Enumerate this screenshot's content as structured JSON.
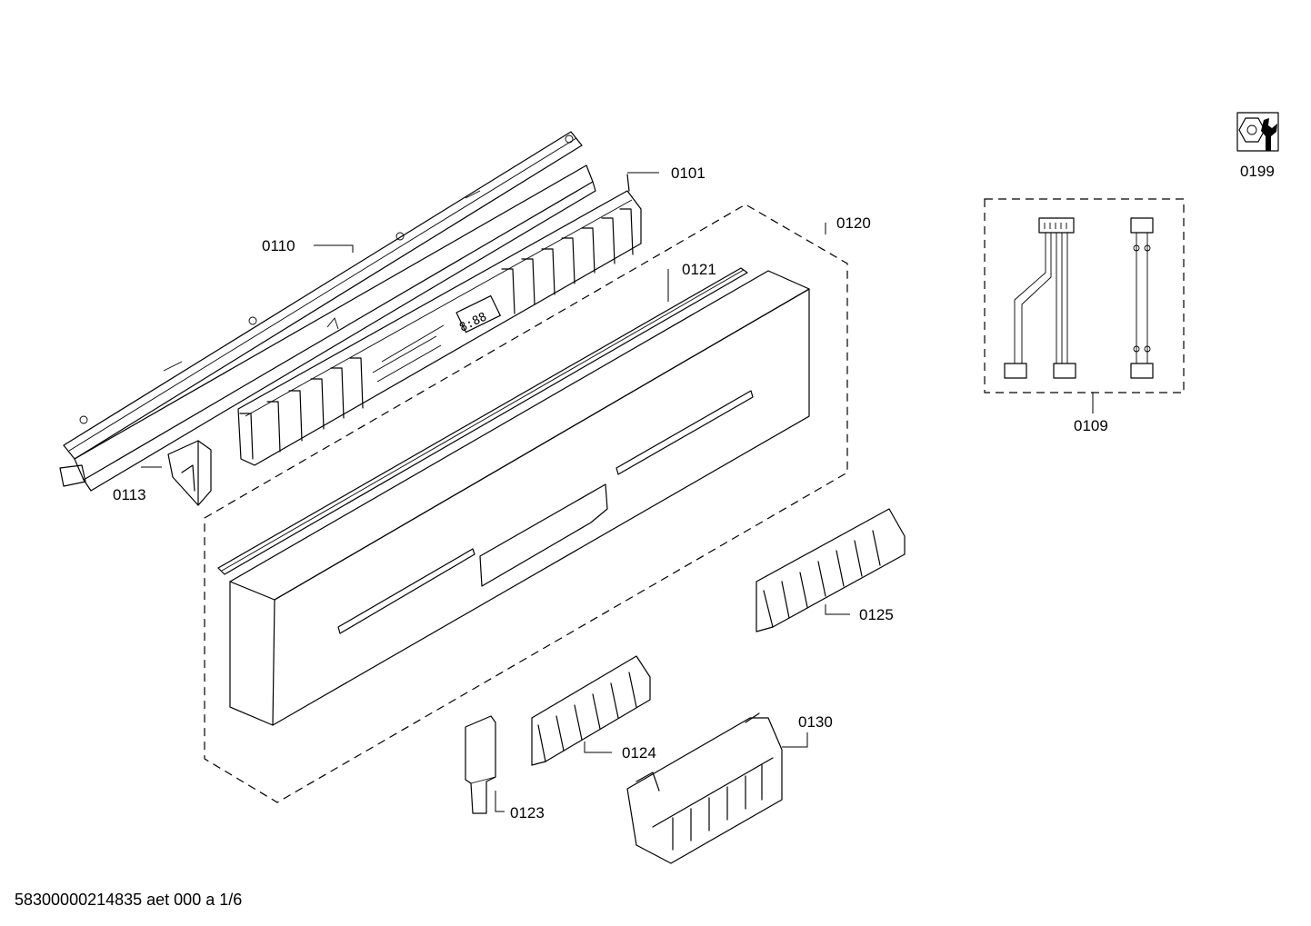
{
  "document_id": "58300000214835 aet 000 a 1/6",
  "parts": {
    "p0101": "0101",
    "p0109": "0109",
    "p0110": "0110",
    "p0113": "0113",
    "p0120": "0120",
    "p0121": "0121",
    "p0123": "0123",
    "p0124": "0124",
    "p0125": "0125",
    "p0130": "0130",
    "p0199": "0199"
  },
  "icons": {
    "service_kit": "nut-and-wrench-icon"
  }
}
